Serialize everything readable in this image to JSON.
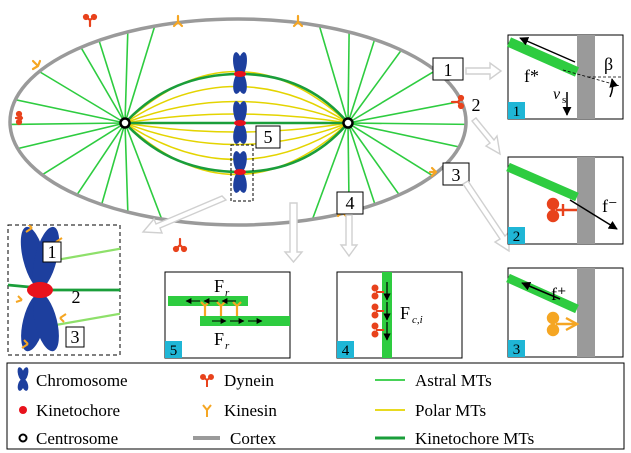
{
  "labels": {
    "n1": "1",
    "n2": "2",
    "n3": "3",
    "n4": "4",
    "n5": "5"
  },
  "panels": {
    "p1": {
      "num": "1",
      "force": "f*",
      "velocity": "v",
      "velocity_sub": "s",
      "angle": "β"
    },
    "p2": {
      "num": "2",
      "force": "f⁻"
    },
    "p3": {
      "num": "3",
      "force": "f⁺"
    },
    "p4": {
      "num": "4",
      "force": "F",
      "force_sub": "c,i"
    },
    "p5": {
      "num": "5",
      "force_top": "F",
      "force_bottom": "F",
      "sub": "r"
    }
  },
  "detail": {
    "n1": "1",
    "n2": "2",
    "n3": "3"
  },
  "legend": [
    {
      "key": "chromosome",
      "label": "Chromosome"
    },
    {
      "key": "kinetochore",
      "label": "Kinetochore"
    },
    {
      "key": "centrosome",
      "label": "Centrosome"
    },
    {
      "key": "dynein",
      "label": "Dynein"
    },
    {
      "key": "kinesin",
      "label": "Kinesin"
    },
    {
      "key": "cortex",
      "label": "Cortex"
    },
    {
      "key": "astral",
      "label": "Astral MTs"
    },
    {
      "key": "polar",
      "label": "Polar MTs"
    },
    {
      "key": "kmt",
      "label": "Kinetochore MTs"
    }
  ],
  "colors": {
    "astral": "#2ecc40",
    "kinetochore_mt": "#1a9e3a",
    "polar": "#e4d400",
    "cortex": "#9a9a9a",
    "chromosome": "#1d3f9e",
    "kinetochore": "#e8121c",
    "dynein": "#e8421c",
    "kinesin": "#f5a623",
    "panel_num_bg": "#1fb6d6"
  }
}
